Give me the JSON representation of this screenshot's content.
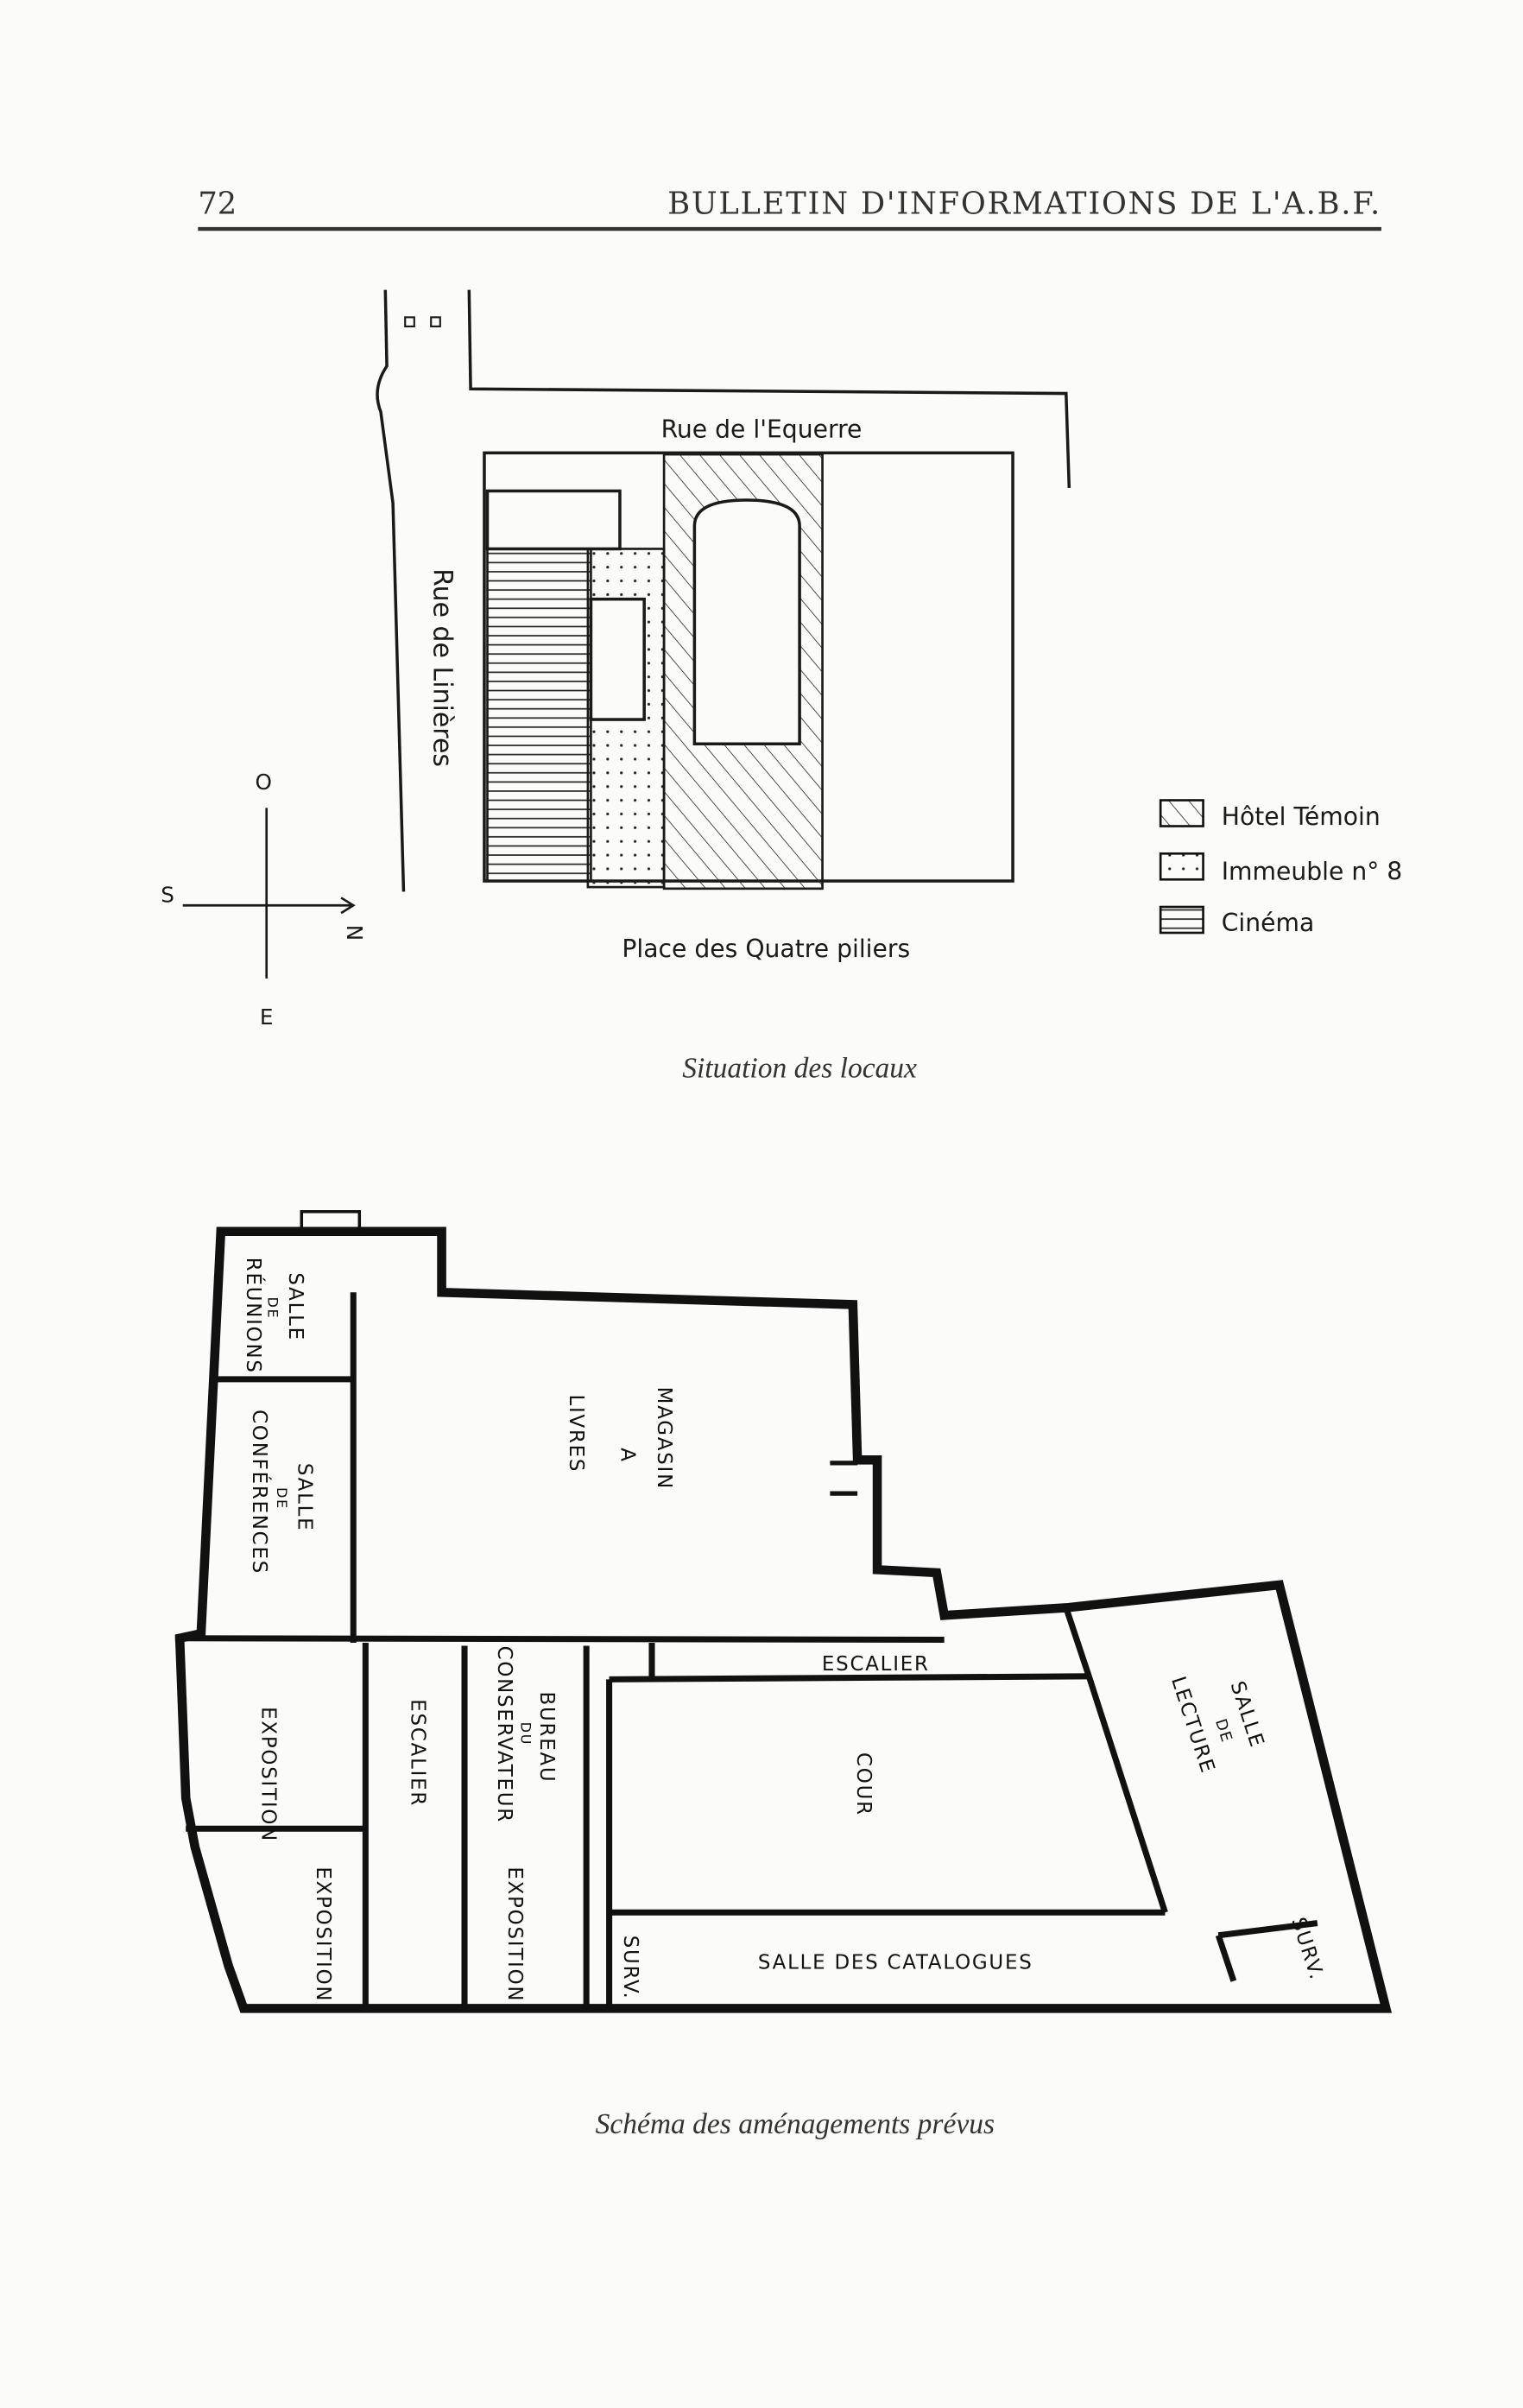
{
  "header": {
    "page_number": "72",
    "title": "BULLETIN D'INFORMATIONS DE L'A.B.F."
  },
  "situation_map": {
    "streets": {
      "top": "Rue de l'Equerre",
      "left": "Rue de Linières",
      "bottom": "Place des Quatre piliers"
    },
    "compass": {
      "north": "N",
      "south": "S",
      "east": "E",
      "west": "O"
    },
    "legend": [
      {
        "pattern": "diagonal-hatch",
        "label": "Hôtel Témoin"
      },
      {
        "pattern": "dots",
        "label": "Immeuble n° 8"
      },
      {
        "pattern": "horizontal-lines",
        "label": "Cinéma"
      }
    ],
    "caption": "Situation des locaux"
  },
  "floor_plan": {
    "rooms": {
      "reunions": [
        "SALLE",
        "DE",
        "RÉUNIONS"
      ],
      "conferences": [
        "SALLE",
        "DE",
        "CONFÉRENCES"
      ],
      "magasin": [
        "MAGASIN",
        "A",
        "LIVRES"
      ],
      "escalier_top": "ESCALIER",
      "exposition_1": "EXPOSITION",
      "escalier_mid": "ESCALIER",
      "bureau": [
        "BUREAU",
        "DU",
        "CONSERVATEUR"
      ],
      "exposition_2": "EXPOSITION",
      "exposition_3": "EXPOSITION",
      "cour": "COUR",
      "lecture": [
        "SALLE",
        "DE",
        "LECTURE"
      ],
      "catalogues": "SALLE DES CATALOGUES",
      "surv_1": "SURV.",
      "surv_2": "SURV."
    },
    "caption": "Schéma des aménagements prévus"
  }
}
